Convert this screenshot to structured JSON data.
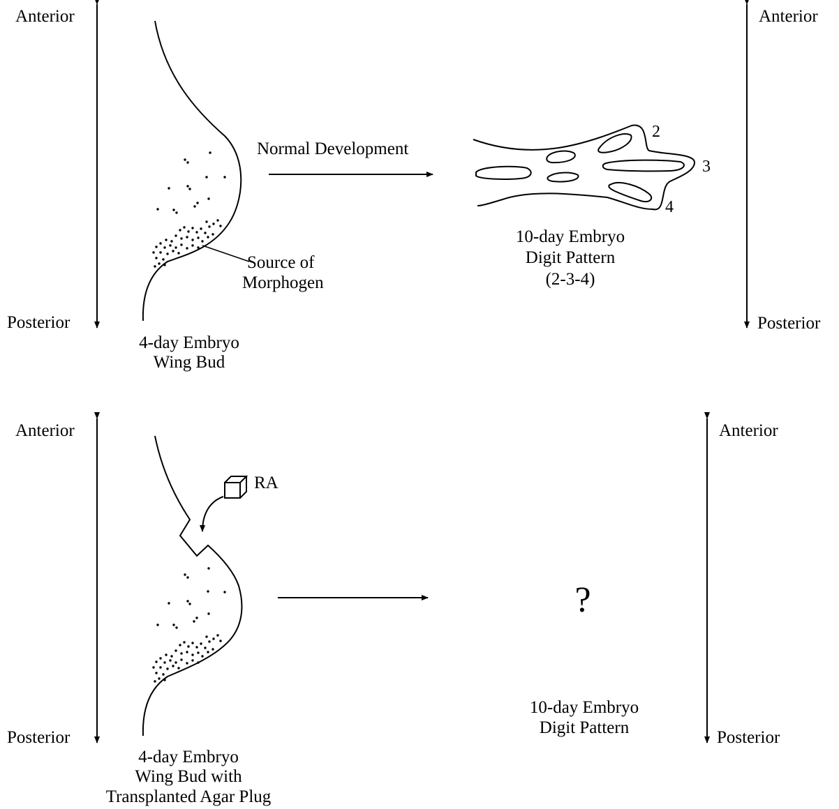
{
  "top_panel": {
    "left_axis": {
      "anterior": "Anterior",
      "posterior": "Posterior"
    },
    "right_axis": {
      "anterior": "Anterior",
      "posterior": "Posterior"
    },
    "arrow_label": "Normal Development",
    "source_label_line1": "Source of",
    "source_label_line2": "Morphogen",
    "bud_caption_line1": "4-day Embryo",
    "bud_caption_line2": "Wing Bud",
    "digits": [
      "2",
      "3",
      "4"
    ],
    "result_caption_line1": "10-day Embryo",
    "result_caption_line2": "Digit Pattern",
    "result_caption_line3": "(2-3-4)"
  },
  "bottom_panel": {
    "left_axis": {
      "anterior": "Anterior",
      "posterior": "Posterior"
    },
    "right_axis": {
      "anterior": "Anterior",
      "posterior": "Posterior"
    },
    "plug_label": "RA",
    "bud_caption_line1": "4-day Embryo",
    "bud_caption_line2": "Wing Bud with",
    "bud_caption_line3": "Transplanted Agar Plug",
    "unknown_result": "?",
    "result_caption_line1": "10-day Embryo",
    "result_caption_line2": "Digit Pattern"
  }
}
